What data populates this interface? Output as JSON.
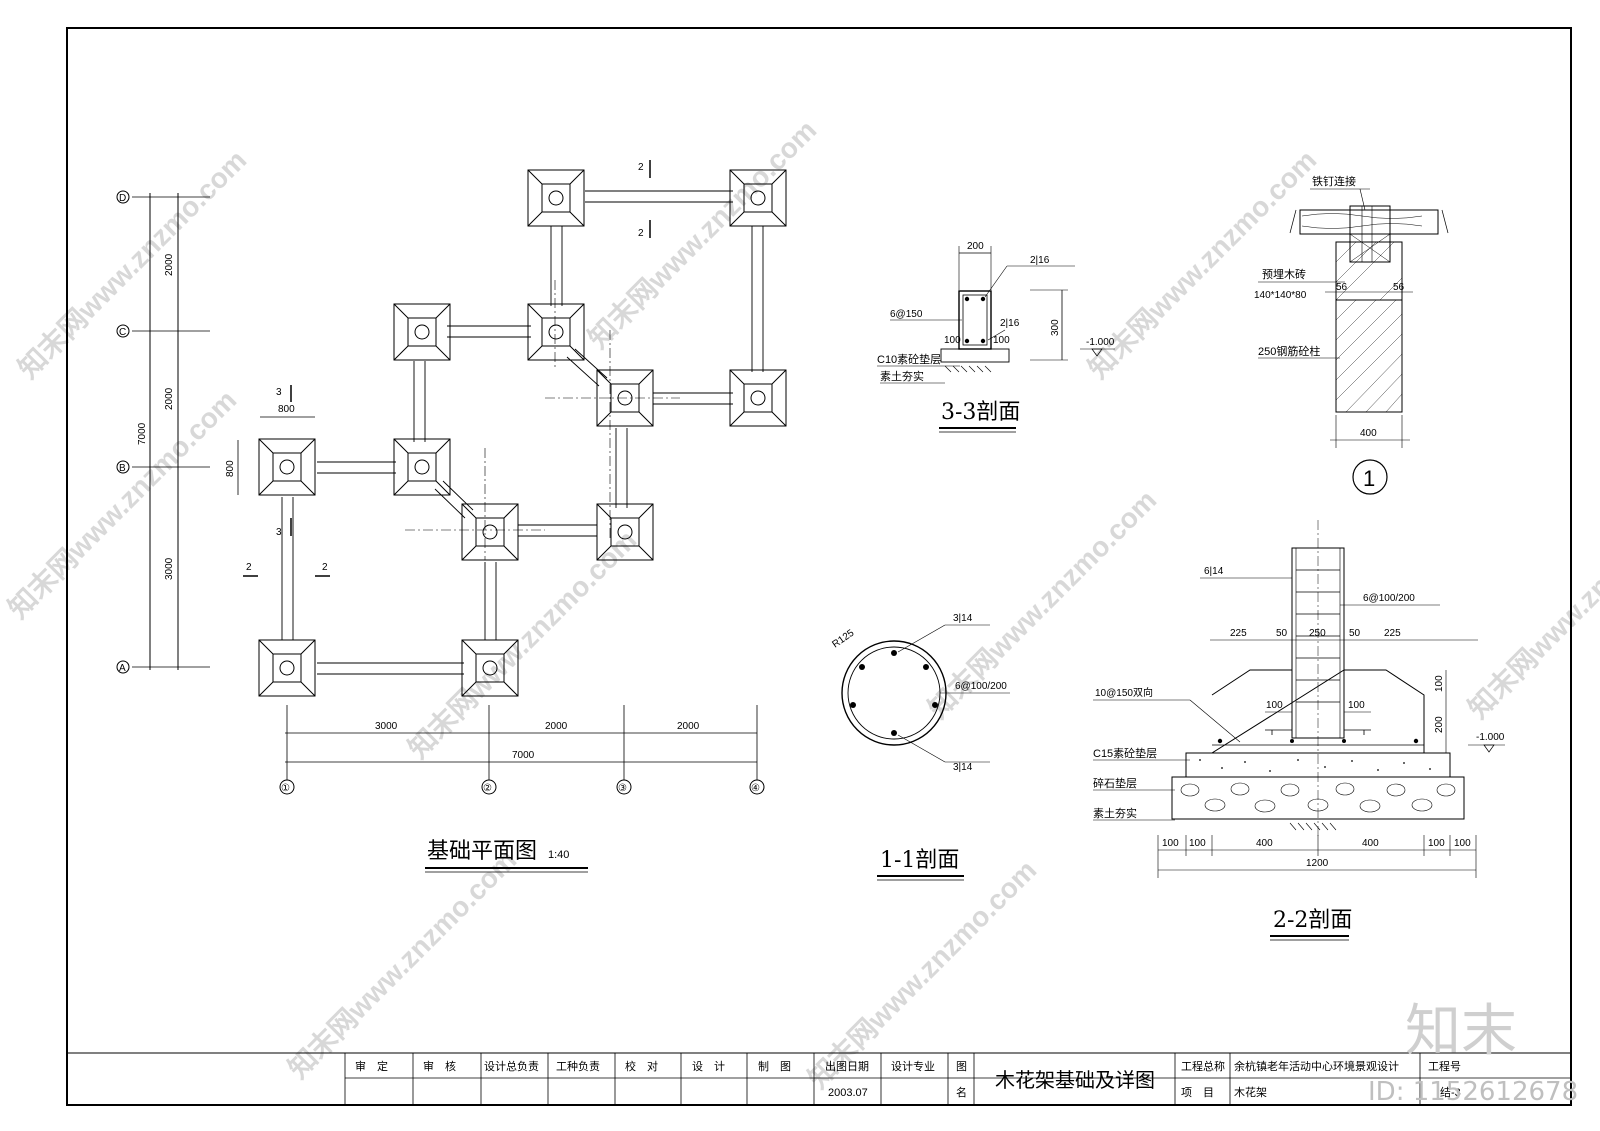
{
  "plan": {
    "title": "基础平面图",
    "scale": "1:40",
    "axes_letters": [
      "D",
      "C",
      "B",
      "A"
    ],
    "axes_numbers": [
      "①",
      "②",
      "③",
      "④"
    ],
    "dims_vertical": [
      "2000",
      "2000",
      "3000"
    ],
    "dim_vertical_total": "7000",
    "dims_horizontal": [
      "3000",
      "2000",
      "2000"
    ],
    "dim_horizontal_total": "7000",
    "footing_w": "800",
    "footing_h": "800",
    "cut_2": "2",
    "cut_3": "3"
  },
  "sec33": {
    "title": "3-3剖面",
    "w": "200",
    "top_bar": "2|16",
    "bot_bar": "2|16",
    "stirrup": "6@150",
    "h": "300",
    "pad_l": "100",
    "pad_r": "100",
    "elev": "-1.000",
    "layer1": "C10素砼垫层",
    "layer2": "素土夯实"
  },
  "sec11": {
    "title": "1-1剖面",
    "radius": "R125",
    "bar_top": "3|14",
    "bar_bot": "3|14",
    "stirrup": "6@100/200"
  },
  "detail1": {
    "label1": "铁钉连接",
    "label2": "预埋木砖",
    "label3": "140*140*80",
    "label4": "250钢筋砼柱",
    "d56a": "56",
    "d56b": "56",
    "w400": "400",
    "marker": "1"
  },
  "sec22": {
    "title": "2-2剖面",
    "bar": "6|14",
    "stirrup": "6@100/200",
    "d225a": "225",
    "d50a": "50",
    "d250": "250",
    "d50b": "50",
    "d225b": "225",
    "d100l": "100",
    "d100r": "100",
    "h100": "100",
    "h200": "200",
    "mesh": "10@150双向",
    "elev": "-1.000",
    "layer1": "C15素砼垫层",
    "layer2": "碎石垫层",
    "layer3": "素土夯实",
    "bottom_dims": [
      "100",
      "100",
      "400",
      "400",
      "100",
      "100"
    ],
    "total": "1200"
  },
  "titleblock": {
    "roles": [
      "审　定",
      "审　核",
      "设计总负责",
      "工种负责",
      "校　对",
      "设　计",
      "制　图",
      "出图日期",
      "设计专业"
    ],
    "date": "2003.07",
    "tu_label": "图",
    "ming_label": "名",
    "drawing_name": "木花架基础及详图",
    "proj_total_label": "工程总称",
    "proj_total": "余杭镇老年活动中心环境景观设计",
    "proj_no_label": "工程号",
    "item_label": "项　目",
    "item": "木花架",
    "sheet_no": "结-3"
  },
  "watermark": {
    "logo": "知末",
    "id": "ID: 1152612678",
    "repeat": "知末网www.znzmo.com"
  }
}
